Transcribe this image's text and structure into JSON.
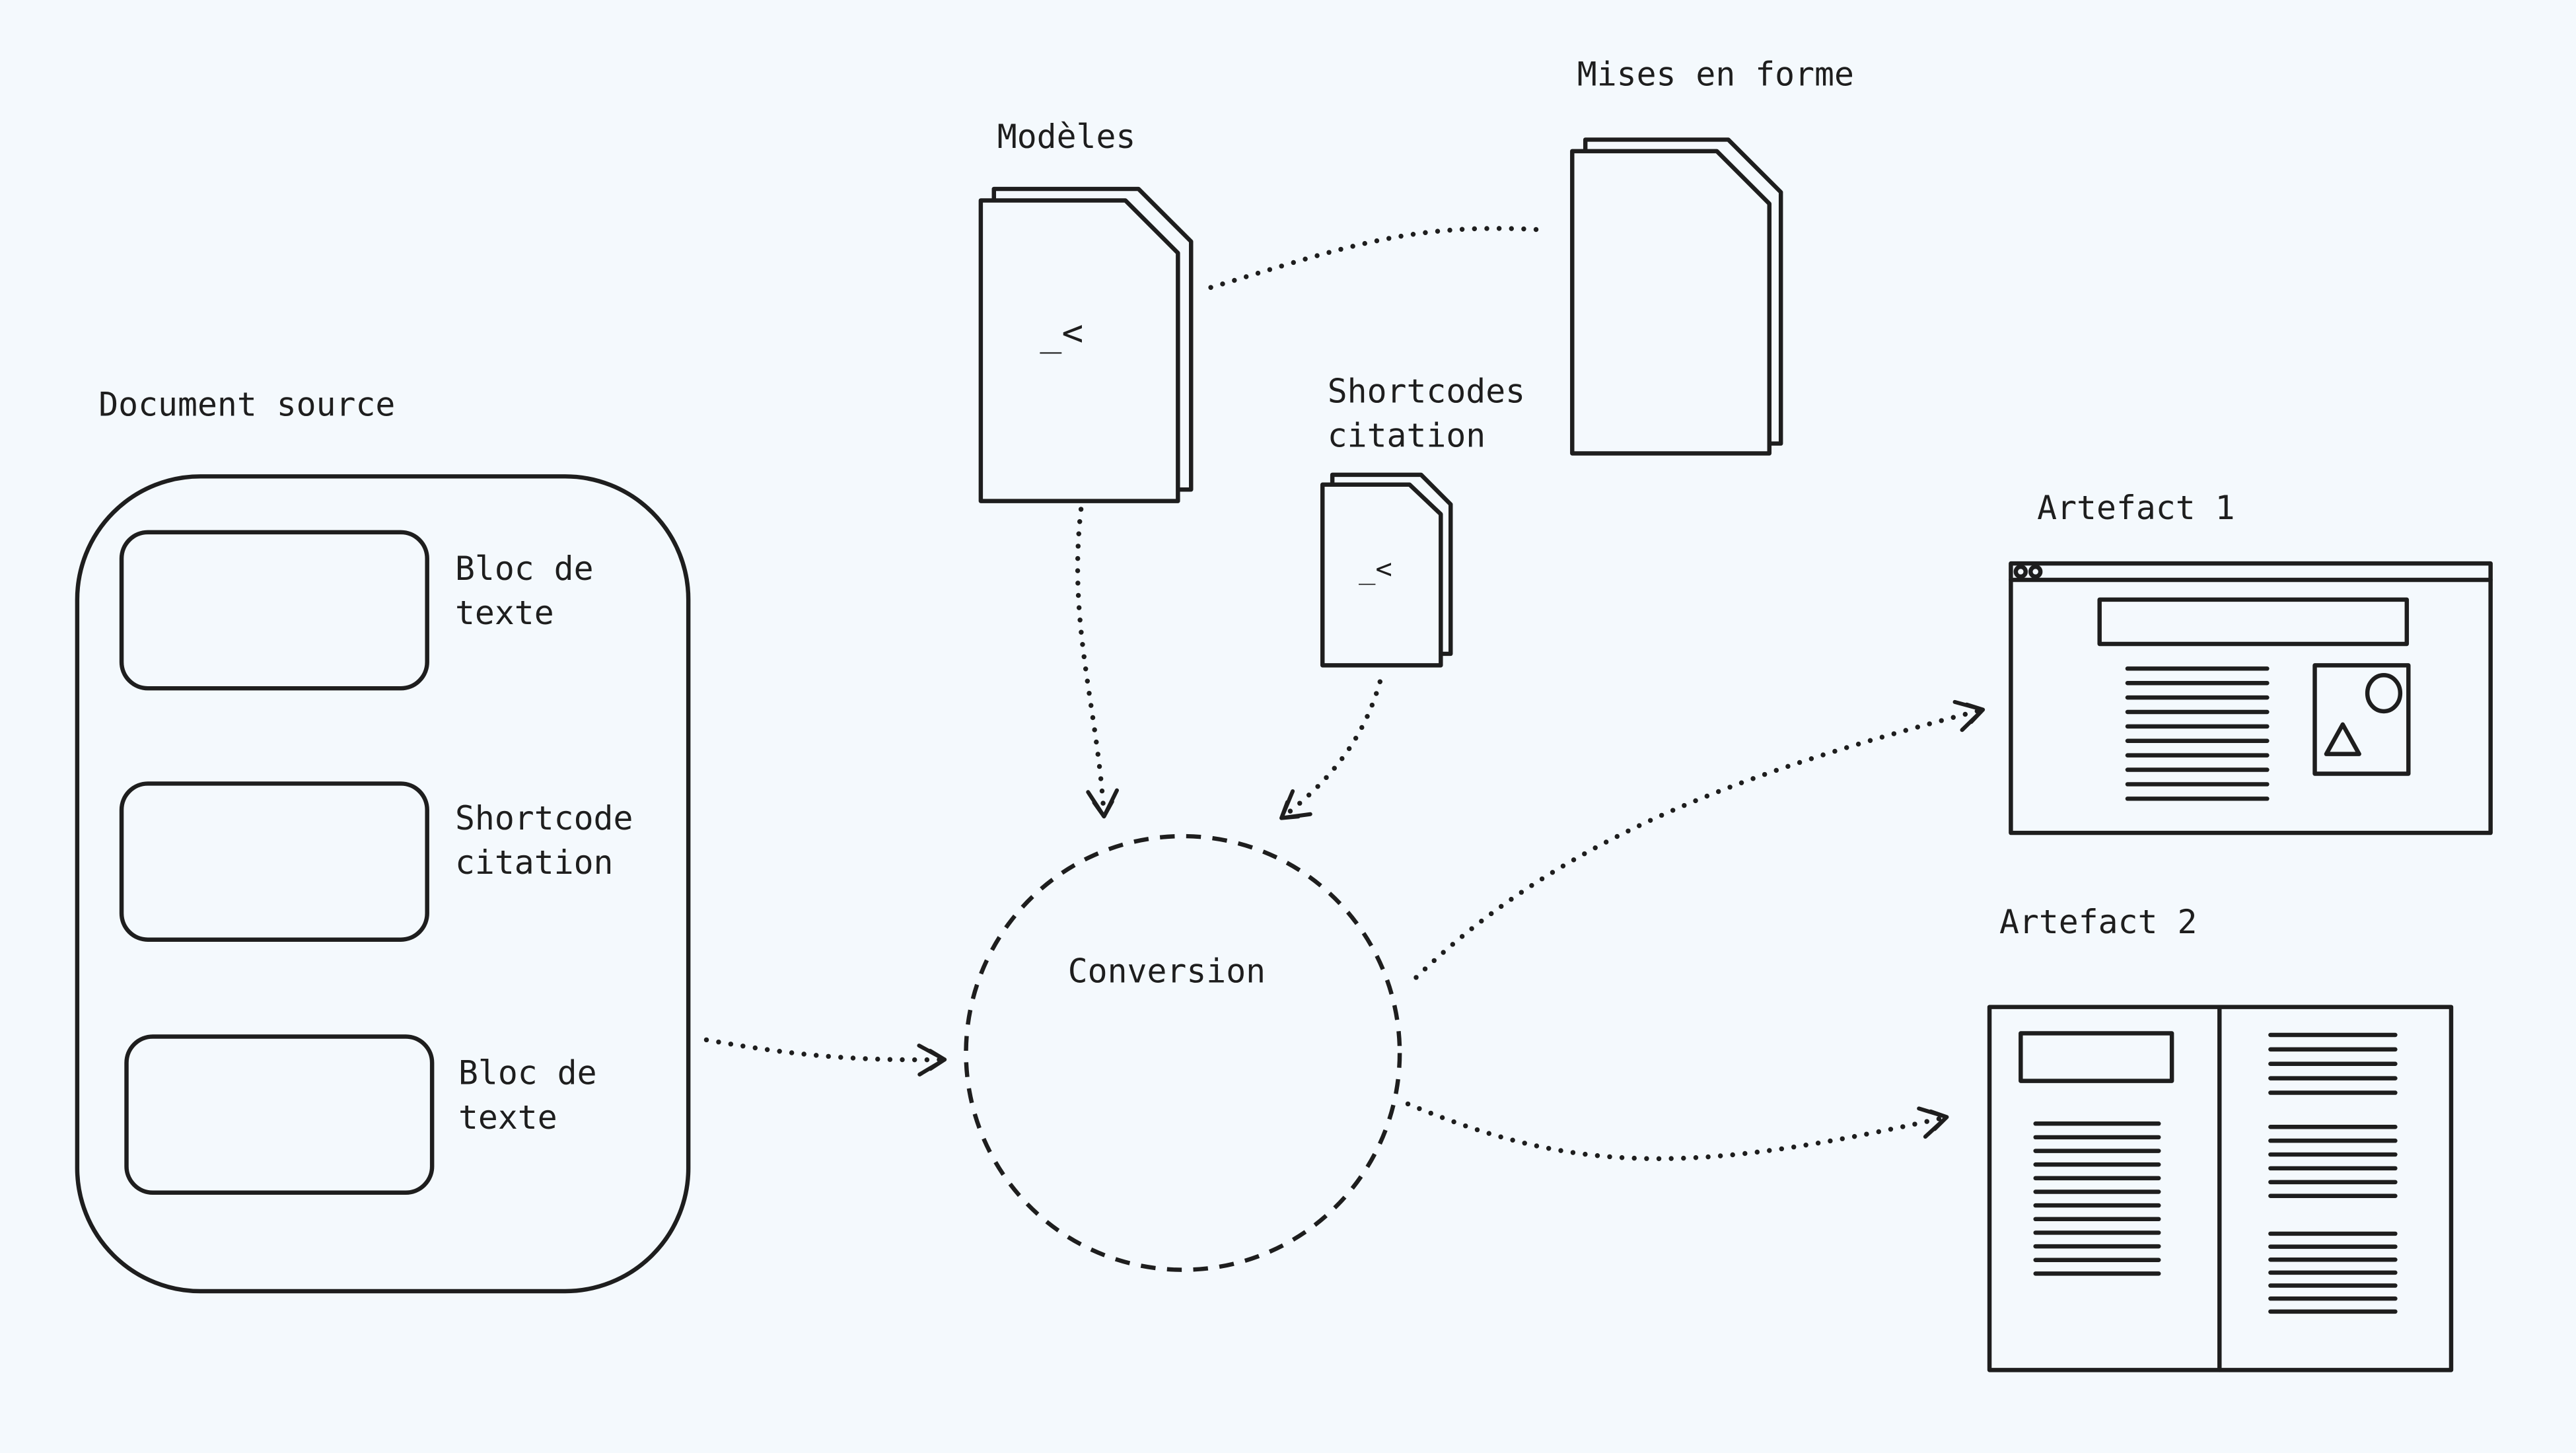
{
  "background": "#f4f9fd",
  "ink": "#1e1e1e",
  "source": {
    "title": "Document source",
    "blocks": [
      {
        "line1": "Bloc de",
        "line2": "texte"
      },
      {
        "line1": "Shortcode",
        "line2": "citation"
      },
      {
        "line1": "Bloc de",
        "line2": "texte"
      }
    ]
  },
  "templates": {
    "title": "Modèles",
    "glyph": "_<"
  },
  "styles": {
    "title": "Mises en forme"
  },
  "shortcodes": {
    "line1": "Shortcodes",
    "line2": "citation",
    "glyph": "_<"
  },
  "conversion": {
    "label": "Conversion"
  },
  "artefact1": {
    "title": "Artefact 1"
  },
  "artefact2": {
    "title": "Artefact 2"
  }
}
